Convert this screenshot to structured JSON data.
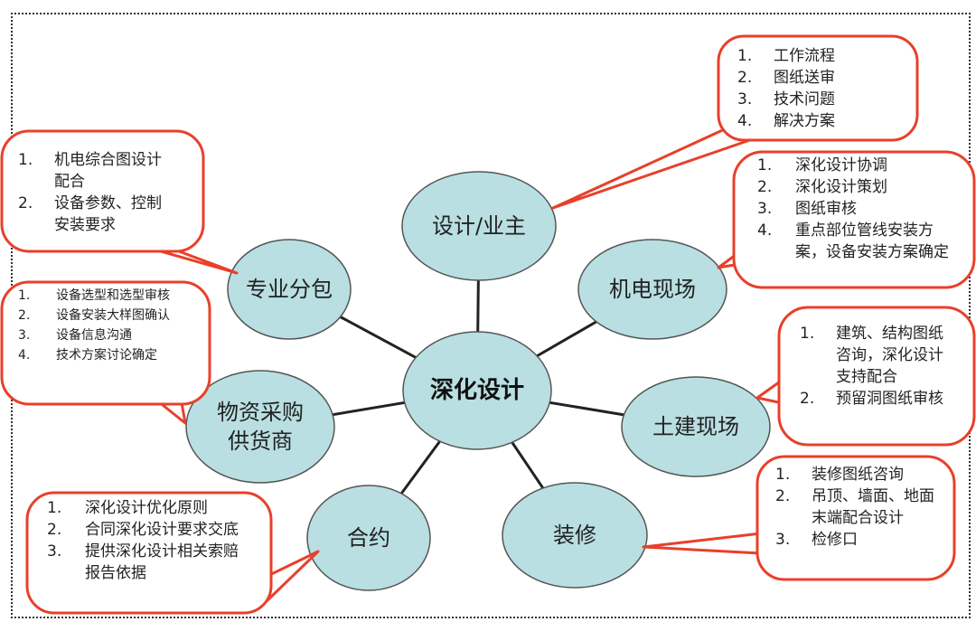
{
  "colors": {
    "node_fill": "#b9dfe2",
    "node_stroke": "#555555",
    "callout_stroke": "#e8402a",
    "line": "#222222"
  },
  "center": {
    "label": "深化设计"
  },
  "nodes": [
    {
      "id": "owner",
      "label": "设计/业主"
    },
    {
      "id": "subcontract",
      "label": "专业分包"
    },
    {
      "id": "mep",
      "label": "机电现场"
    },
    {
      "id": "supplier",
      "label": "物资采购\n供货商"
    },
    {
      "id": "civil",
      "label": "土建现场"
    },
    {
      "id": "contract",
      "label": "合约"
    },
    {
      "id": "decoration",
      "label": "装修"
    }
  ],
  "callouts": {
    "owner": [
      {
        "n": "1.",
        "t": "工作流程"
      },
      {
        "n": "2.",
        "t": "图纸送审"
      },
      {
        "n": "3.",
        "t": "技术问题"
      },
      {
        "n": "4.",
        "t": "解决方案"
      }
    ],
    "subcontract": [
      {
        "n": "1.",
        "t": "机电综合图设计配合"
      },
      {
        "n": "2.",
        "t": "设备参数、控制安装要求"
      }
    ],
    "mep": [
      {
        "n": "1.",
        "t": "深化设计协调"
      },
      {
        "n": "2.",
        "t": "深化设计策划"
      },
      {
        "n": "3.",
        "t": "图纸审核"
      },
      {
        "n": "4.",
        "t": "重点部位管线安装方案，设备安装方案确定"
      }
    ],
    "supplier": [
      {
        "n": "1.",
        "t": "设备选型和选型审核"
      },
      {
        "n": "2.",
        "t": "设备安装大样图确认"
      },
      {
        "n": "3.",
        "t": "设备信息沟通"
      },
      {
        "n": "4.",
        "t": "技术方案讨论确定"
      }
    ],
    "civil": [
      {
        "n": "1.",
        "t": "建筑、结构图纸咨询，深化设计支持配合"
      },
      {
        "n": "2.",
        "t": "预留洞图纸审核"
      }
    ],
    "contract": [
      {
        "n": "1.",
        "t": "深化设计优化原则"
      },
      {
        "n": "2.",
        "t": "合同深化设计要求交底"
      },
      {
        "n": "3.",
        "t": "提供深化设计相关索赔报告依据"
      }
    ],
    "decoration": [
      {
        "n": "1.",
        "t": "装修图纸咨询"
      },
      {
        "n": "2.",
        "t": "吊顶、墙面、地面末端配合设计"
      },
      {
        "n": "3.",
        "t": "检修口"
      }
    ]
  }
}
